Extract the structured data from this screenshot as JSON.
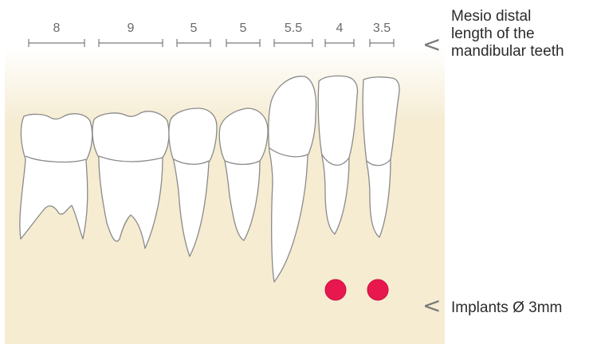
{
  "measurements": [
    {
      "label": "8"
    },
    {
      "label": "9"
    },
    {
      "label": "5"
    },
    {
      "label": "5"
    },
    {
      "label": "5.5"
    },
    {
      "label": "4"
    },
    {
      "label": "3.5"
    }
  ],
  "annotations": {
    "mesio_distal_line1": "Mesio distal",
    "mesio_distal_line2": "length of the",
    "mesio_distal_line3": "mandibular teeth",
    "implants": "Implants Ø 3mm",
    "pointer_glyph": "<"
  },
  "colors": {
    "background_band": "#f5ecd2",
    "tooth_outline": "#8a8a8a",
    "tooth_fill": "#ffffff",
    "implant": "#e8184f",
    "dimension_line": "#7a7a7a"
  }
}
